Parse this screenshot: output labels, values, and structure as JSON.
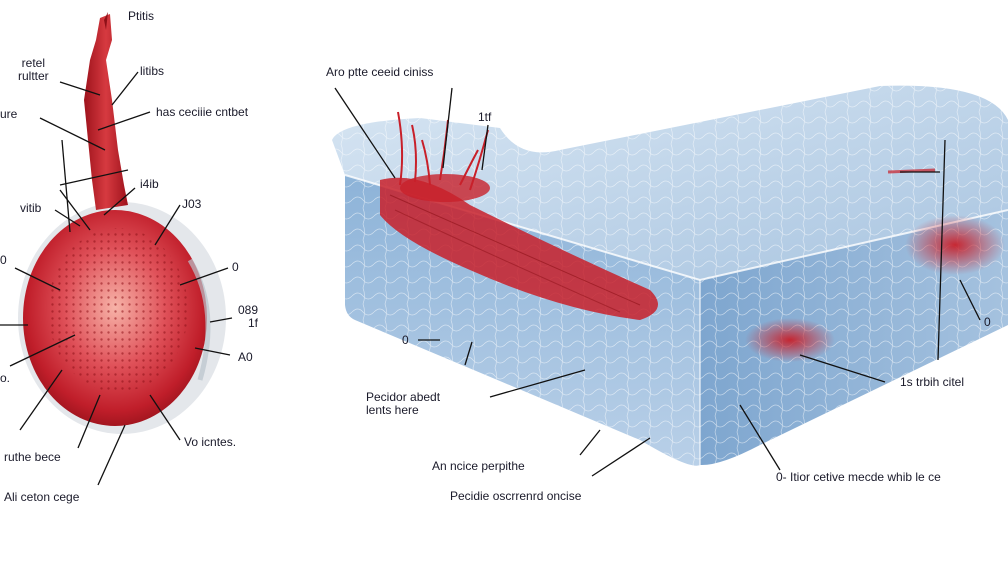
{
  "left_labels": {
    "top": "Ptitis",
    "l1": "retel\nrultter",
    "l2": "litibs",
    "l3": "ure",
    "l4": "has ceciiie cntbet",
    "l5": "vitib",
    "l6": "i4ib",
    "l7": "J03",
    "l8": "0",
    "l9": "0",
    "l10": "089",
    "l11": "1f",
    "l12": "A0",
    "l13": "o.",
    "l14": "ruthe bece",
    "l15": "Vo icntes.",
    "l16": "Ali ceton cege"
  },
  "right_labels": {
    "r1": "Aro ptte ceeid ciniss",
    "r2": "1tf",
    "r3": "0",
    "r4": "Pecidor abedt\nlents here",
    "r5": "An ncice perpithe",
    "r6": "Pecidie oscrrenrd oncise",
    "r7": "1s trbih citel",
    "r8": "0",
    "r9": "0- Itior cetive mecde whib le ce"
  },
  "colors": {
    "organ_red": "#c8202a",
    "organ_dark": "#8e1018",
    "tissue_blue": "#7fa9d1",
    "tissue_light": "#c9dcee",
    "leader": "#111111"
  }
}
